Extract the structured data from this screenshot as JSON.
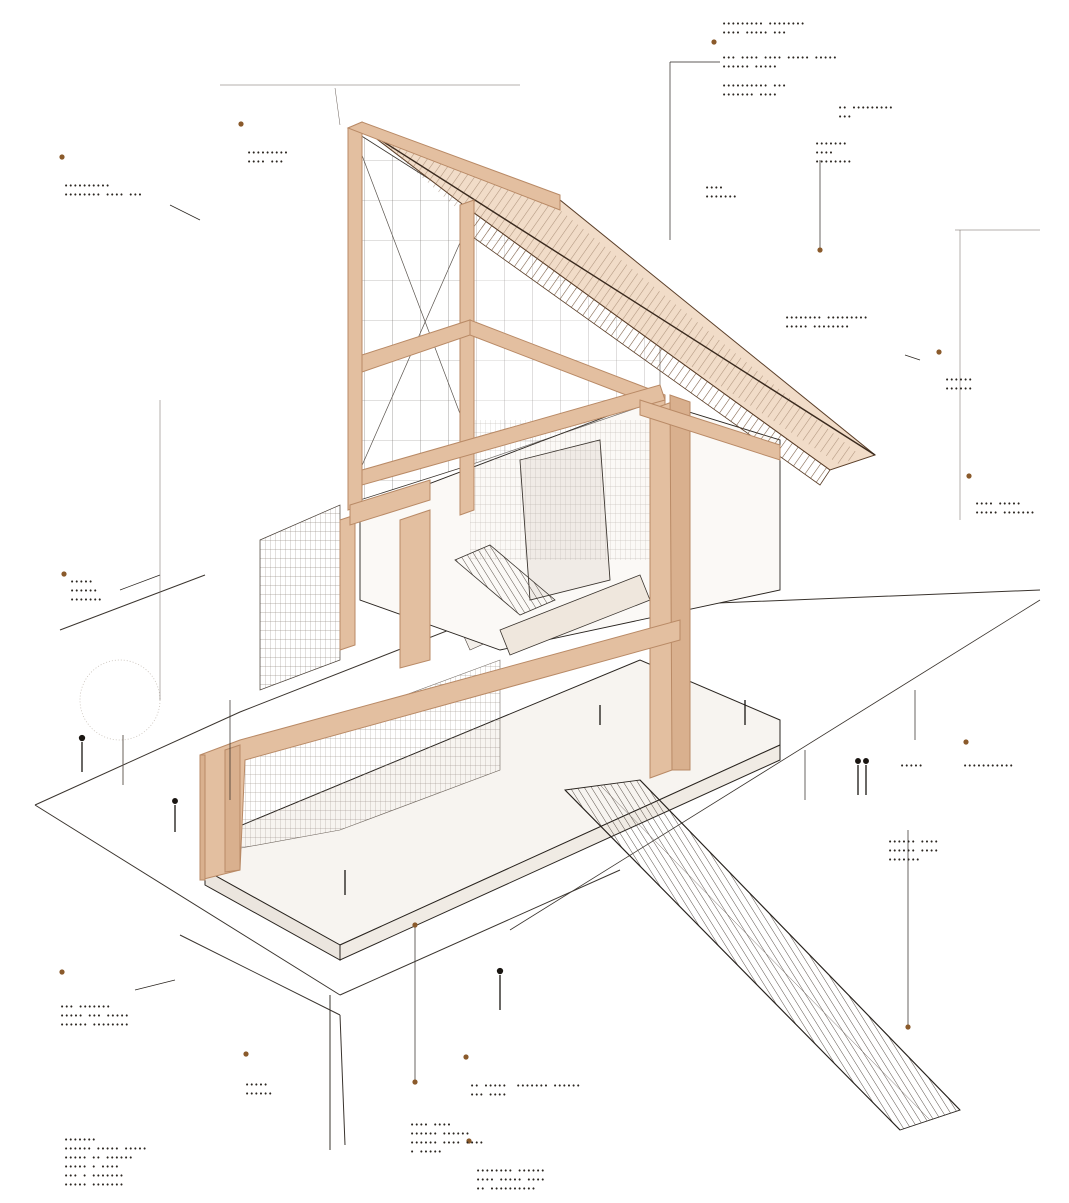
{
  "title": "",
  "colors": {
    "timber": "#e3bfa0",
    "timber_edge": "#b98a66",
    "ink": "#2a2520",
    "accent": "#8a5a2b",
    "paper": "#ffffff"
  },
  "annotations": [
    {
      "id": "a1",
      "lines": [
        "••••••••• ••••••••",
        "•••• ••••• •••"
      ]
    },
    {
      "id": "a2",
      "lines": [
        "••• •••• •••• ••••• •••••",
        "•••••• •••••"
      ]
    },
    {
      "id": "a3",
      "lines": [
        "•••••••••• •••",
        "••••••• ••••"
      ]
    },
    {
      "id": "a4",
      "lines": [
        "•• •••••••••",
        "•••"
      ]
    },
    {
      "id": "a5",
      "lines": [
        "•••••••",
        "••••",
        "••••••••"
      ]
    },
    {
      "id": "a6",
      "lines": [
        "•••••••••",
        "•••• •••"
      ]
    },
    {
      "id": "a7",
      "lines": [
        "••••••••••",
        "•••••••• •••• •••"
      ]
    },
    {
      "id": "a8",
      "lines": [
        "••••",
        "•••••••"
      ]
    },
    {
      "id": "a9",
      "lines": [
        "•••••••• •••••••••",
        "••••• ••••••••"
      ]
    },
    {
      "id": "a10",
      "lines": [
        "••••••",
        "••••••"
      ]
    },
    {
      "id": "a11",
      "lines": [
        "•••••",
        "••••••",
        "•••••••"
      ]
    },
    {
      "id": "a12",
      "lines": [
        "•••• •••••",
        "••••• •••••••"
      ]
    },
    {
      "id": "a13",
      "lines": [
        "•••••"
      ]
    },
    {
      "id": "a14",
      "lines": [
        "•••••••••••"
      ]
    },
    {
      "id": "a15",
      "lines": [
        "•••••• ••••",
        "•••••• ••••",
        "•••••••"
      ]
    },
    {
      "id": "a16",
      "lines": [
        "••• •••••••",
        "••••• ••• •••••",
        "•••••• ••••••••"
      ]
    },
    {
      "id": "a17",
      "lines": [
        "•••••",
        "••••••"
      ]
    },
    {
      "id": "a18",
      "lines": [
        "•• •••••  ••••••• ••••••",
        "••• ••••"
      ]
    },
    {
      "id": "a19",
      "lines": [
        "•••• ••••",
        "•••••• ••••••",
        "•••••• •••• ••••",
        "• •••••"
      ]
    },
    {
      "id": "a20",
      "lines": [
        "•••••••• ••••••",
        "•••• ••••• ••••",
        "•• ••••••••••"
      ]
    },
    {
      "id": "a21",
      "lines": [
        "•••••••",
        "",
        "•••••• ••••• •••••",
        "••••• •• ••••••",
        "••••• • ••••",
        "••• • •••••••",
        "••••• •••••••"
      ]
    }
  ]
}
